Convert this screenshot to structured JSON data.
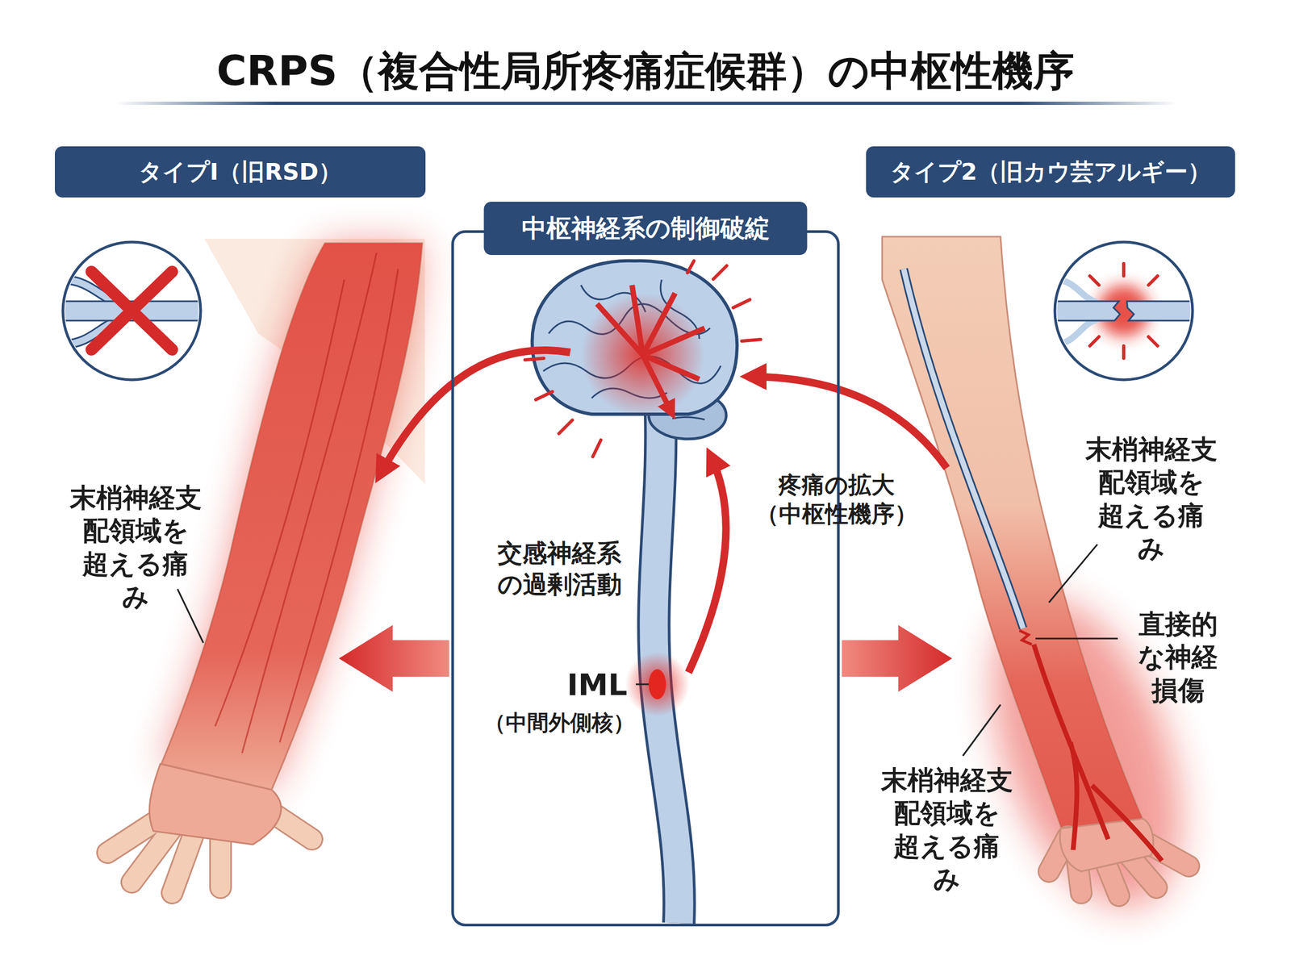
{
  "diagram": {
    "title": "CRPS（複合性局所疼痛症候群）の中枢性機序",
    "nodes": [
      {
        "text": [
          "タイプⅠ（旧RSD）"
        ]
      },
      {
        "text": [
          "中枢神経系の制御破綻"
        ]
      },
      {
        "text": [
          "タイプ2（旧カウ芸アルギー）"
        ]
      }
    ],
    "labels": [
      "末梢神経支配領域を超える痛み",
      "交感神経系の過剰活動",
      "IML",
      "（中間外側核）",
      "疼痛の拡大（中枢性機序）",
      "末梢神経支配領域を超える痛み",
      "直接的な神経損傷",
      "末梢神経支配領域を超える痛み"
    ]
  }
}
